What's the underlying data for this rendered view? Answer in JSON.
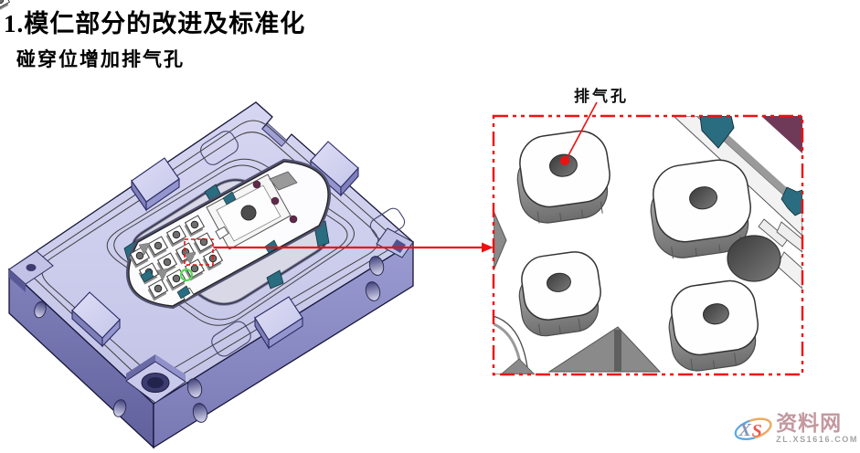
{
  "page": {
    "title": "1.模仁部分的改进及标准化",
    "subtitle": "碰穿位增加排气孔"
  },
  "callout": {
    "label": "排气孔"
  },
  "watermark": {
    "logo_x": "X",
    "logo_s": "S",
    "site_name": "资料网",
    "site_url": "ZL.XS1616.COM"
  },
  "colors": {
    "accent_red": "#ee1111",
    "highlight_green": "#4ddb4d",
    "plate_top": "#cbcbed",
    "plate_side_left": "#7070ad",
    "plate_side_right": "#8b8bc6",
    "teal_accent": "#2a6c80",
    "maroon_accent": "#5f2a49",
    "boss_gray": "#8f8f8f",
    "detail_background": "#ffffff"
  }
}
